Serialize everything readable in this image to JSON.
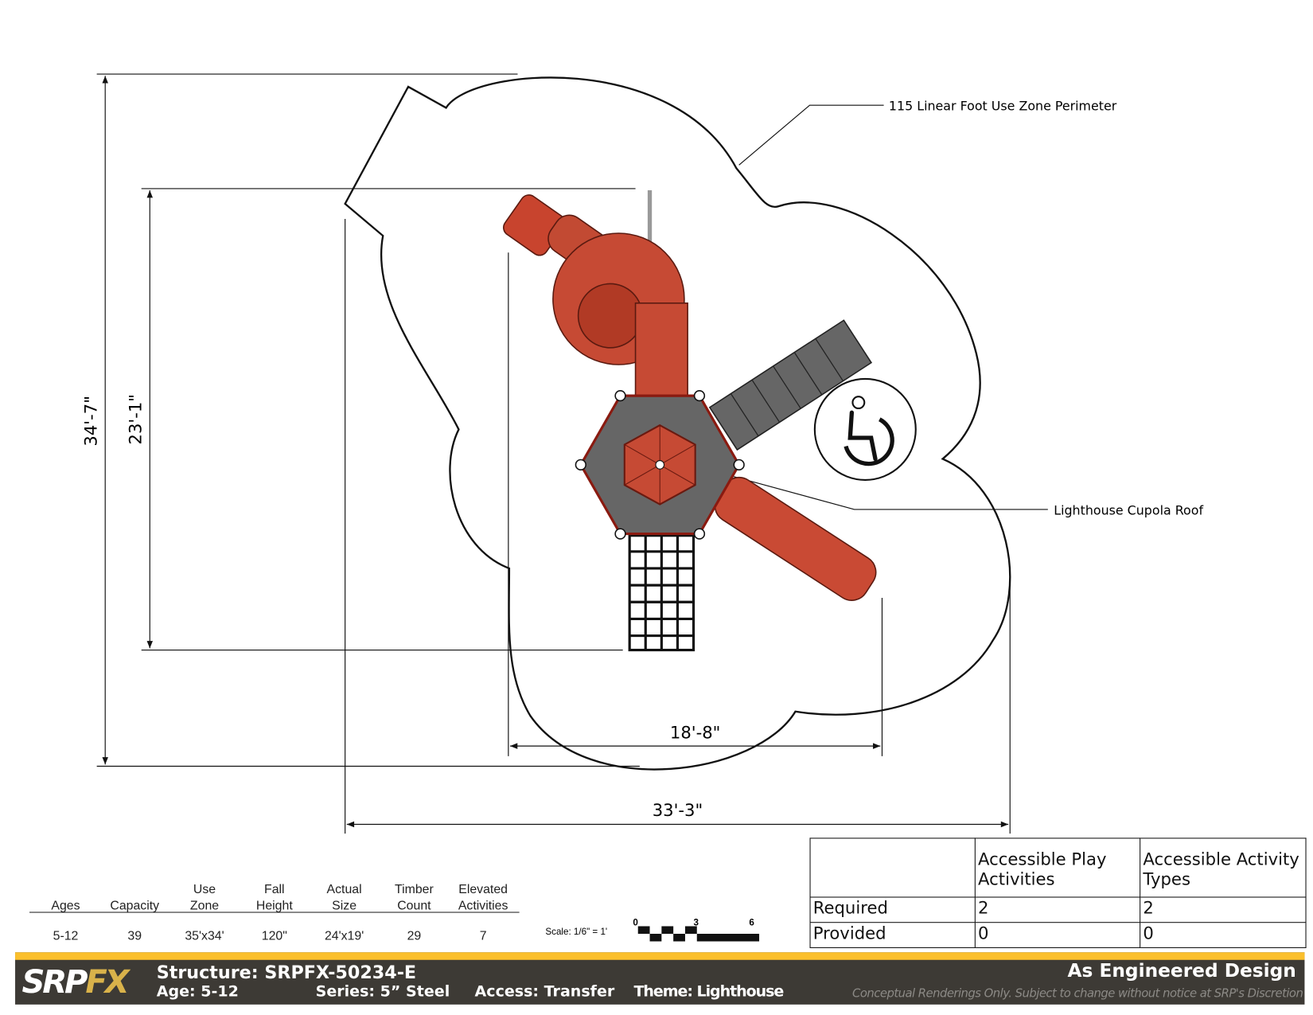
{
  "drawing": {
    "perimeter_callout": "115 Linear Foot Use Zone Perimeter",
    "roof_callout": "Lighthouse Cupola Roof",
    "dim_total_height": "34'-7\"",
    "dim_structure_height": "23'-1\"",
    "dim_structure_width": "18'-8\"",
    "dim_total_width": "33'-3\""
  },
  "specs": {
    "headers": [
      "Ages",
      "Capacity",
      "Use\nZone",
      "Fall\nHeight",
      "Actual\nSize",
      "Timber\nCount",
      "Elevated\nActivities"
    ],
    "values": [
      "5-12",
      "39",
      "35'x34'",
      "120\"",
      "24'x19'",
      "29",
      "7"
    ]
  },
  "scale": {
    "label": "Scale: 1/6\" = 1'",
    "ticks": [
      "0",
      "3",
      "6"
    ]
  },
  "accessibility": {
    "headers": [
      "",
      "Accessible Play Activities",
      "Accessible Activity Types"
    ],
    "rows": [
      {
        "label": "Required",
        "play": "2",
        "types": "2"
      },
      {
        "label": "Provided",
        "play": "0",
        "types": "0"
      }
    ]
  },
  "footer": {
    "logo": "SRPFX",
    "structure": "Structure: SRPFX-50234-E",
    "age": "Age: 5-12",
    "series": "Series: 5” Steel",
    "access": "Access: Transfer",
    "theme": "Theme: Lighthouse",
    "design": "As Engineered Design",
    "disclaimer": "Conceptual Renderings Only. Subject to change without notice at SRP's Discretion",
    "accent": "#fbc02d",
    "bar": "#3d3a35"
  }
}
